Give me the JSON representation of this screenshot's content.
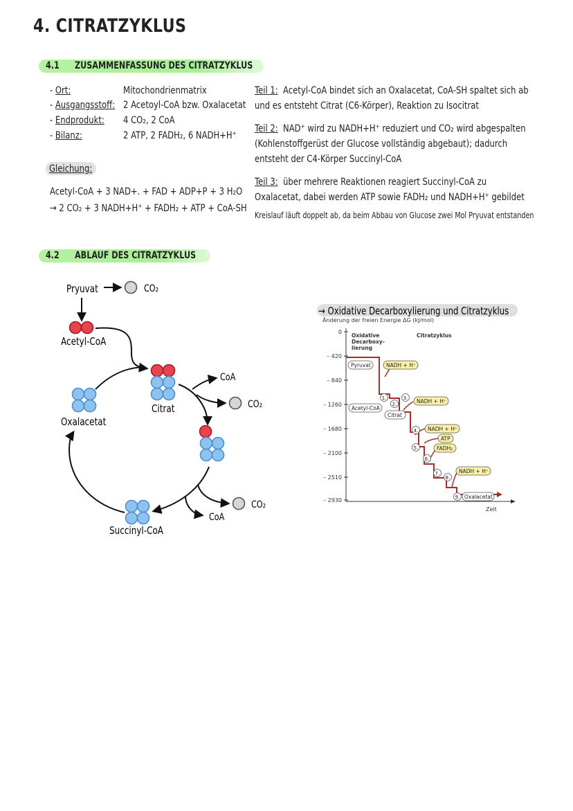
{
  "title": "4. CITRATZYKLUS",
  "section1": {
    "number": "4.1",
    "heading": "ZUSAMMENFASSUNG DES CITRATZYKLUS",
    "facts": [
      {
        "label": "Ort:",
        "value": "Mitochondrienmatrix"
      },
      {
        "label": "Ausgangsstoff:",
        "value": "2 Acetoyl-CoA bzw. Oxalacetat"
      },
      {
        "label": "Endprodukt:",
        "value": "4 CO₂, 2 CoA"
      },
      {
        "label": "Bilanz:",
        "value": "2 ATP, 2 FADH₂, 6 NADH+H⁺"
      }
    ],
    "gleichung_label": "Gleichung:",
    "equation_line1": "Acetyl-CoA + 3 NAD+. + FAD + ADP+P + 3 H₂O",
    "equation_line2": "→ 2 CO₂ + 3 NADH+H⁺ + FADH₂ + ATP + CoA-SH",
    "teil1_label": "Teil 1:",
    "teil1_line1": "Acetyl-CoA bindet sich an Oxalacetat, CoA-SH spaltet sich ab",
    "teil1_line2": "und es entsteht Citrat (C6-Körper), Reaktion zu Isocitrat",
    "teil2_label": "Teil 2:",
    "teil2_line1": "NAD⁺ wird zu NADH+H⁺ reduziert und CO₂ wird abgespalten",
    "teil2_line2": "(Kohlenstoffgerüst der Glucose vollständig abgebaut); dadurch",
    "teil2_line3": "entsteht der C4-Körper Succinyl-CoA",
    "teil3_label": "Teil 3:",
    "teil3_line1": "über mehrere Reaktionen reagiert Succinyl-CoA zu",
    "teil3_line2": "Oxalacetat, dabei werden ATP sowie FADH₂ und NADH+H⁺ gebildet",
    "note": "Kreislauf läuft doppelt ab, da beim Abbau von Glucose zwei Mol Pryuvat entstanden"
  },
  "section2": {
    "number": "4.2",
    "heading": "ABLAUF DES CITRATZYKLUS",
    "cycle": {
      "pyruvat": "Pryuvat",
      "co2": "CO₂",
      "acetyl": "Acetyl-CoA",
      "citrat": "Citrat",
      "coa": "CoA",
      "oxalacetat": "Oxalacetat",
      "succinyl": "Succinyl-CoA",
      "colors": {
        "red": "#e8434f",
        "blue": "#8ec3f0",
        "grey": "#d6d6d6"
      }
    }
  },
  "graph": {
    "heading": "→ Oxidative Decarboxylierung und Citratzyklus",
    "ylabel": "Änderung der freien Energie ΔG (kJ/mol)",
    "xlabel": "Zeit",
    "phase1": [
      "Oxidative",
      "Decarboxy-",
      "lierung"
    ],
    "phase2": "Citratzyklus",
    "yticks": [
      "0",
      "– 420",
      "– 840",
      "– 1260",
      "– 1680",
      "– 2100",
      "– 2510",
      "– 2930"
    ],
    "labels": {
      "pyruvat": "Pyruvat",
      "acetyl": "Acetyl-CoA",
      "citrat": "Citrat",
      "oxalacetat": "Oxalacetat",
      "nadh": "NADH + H⁺",
      "atp": "ATP",
      "fadh": "FADH₂"
    },
    "steps": [
      "1.",
      "2.",
      "3.",
      "4.",
      "5.",
      "6.",
      "7.",
      "8.",
      "9."
    ],
    "colors": {
      "line": "#a03030",
      "pill": "#fbf1a6"
    }
  }
}
